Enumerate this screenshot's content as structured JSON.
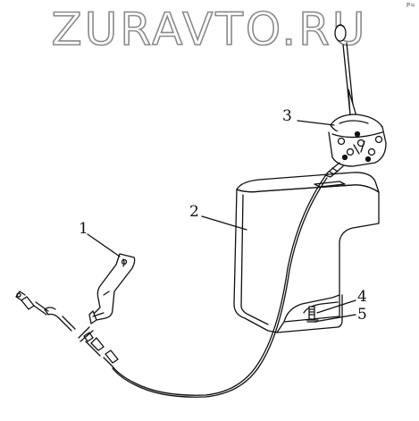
{
  "watermark": "ZURAVTO.RU",
  "corner_mark": "P=",
  "callouts": {
    "c1": "1",
    "c2": "2",
    "c3": "3",
    "c4": "4",
    "c5": "5"
  },
  "colors": {
    "line": "#111111",
    "watermark_stroke": "#8a8a8a",
    "background": "#ffffff"
  }
}
